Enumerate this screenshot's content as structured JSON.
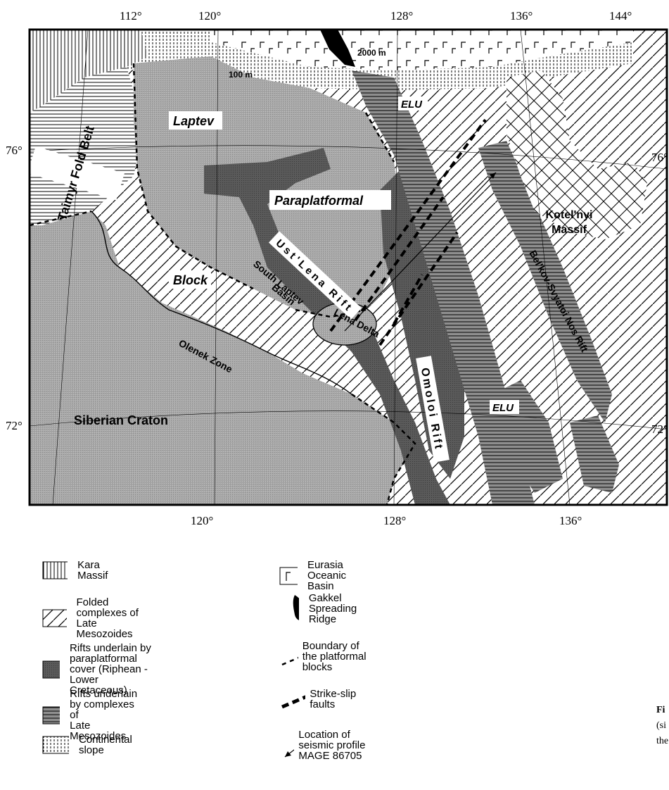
{
  "map": {
    "top_ticks": [
      "112°",
      "120°",
      "128°",
      "136°",
      "144°"
    ],
    "bottom_ticks": [
      "120°",
      "128°",
      "136°"
    ],
    "left_ticks": [
      "76°",
      "72°"
    ],
    "right_ticks": [
      "76°",
      "72°"
    ],
    "contours": [
      "2000 m",
      "100 m"
    ],
    "labels": {
      "laptev": "Laptev",
      "paraplatformal": "Paraplatformal",
      "block": "Block",
      "taimyr": "Taimyr Fold Belt",
      "ustlena": "Ust'Lena Rift",
      "south_laptev_1": "South Laptev",
      "south_laptev_2": "Basin",
      "olenek": "Olenek Zone",
      "lena_delta": "Lena Delta",
      "siberian": "Siberian Craton",
      "omoloi": "Omoloi Rift",
      "belkov": "Bel'kov-Svyatoi Nos Rift",
      "kotelnyi_1": "Kotel'nyi",
      "kotelnyi_2": "Massif",
      "elu_1": "ELU",
      "elu_2": "ELU"
    }
  },
  "legend": {
    "kara": "Kara Massif",
    "folded_1": "Folded complexes of",
    "folded_2": "Late Mesozoides",
    "rifts_para_1": "Rifts underlain by paraplatformal",
    "rifts_para_2": "cover (Riphean - Lower Cretaceous)",
    "rifts_meso_1": "Rifts underlain by complexes of",
    "rifts_meso_2": "Late Mesozoides",
    "slope": "Continental slope",
    "eurasia": "Eurasia Oceanic Basin",
    "gakkel": "Gakkel Spreading Ridge",
    "boundary": "Boundary of the platformal blocks",
    "strikeslip": "Strike-slip faults",
    "seismic": "Location of seismic profile MAGE 86705"
  },
  "caption_fragments": [
    "Fi",
    "(si",
    "the"
  ]
}
